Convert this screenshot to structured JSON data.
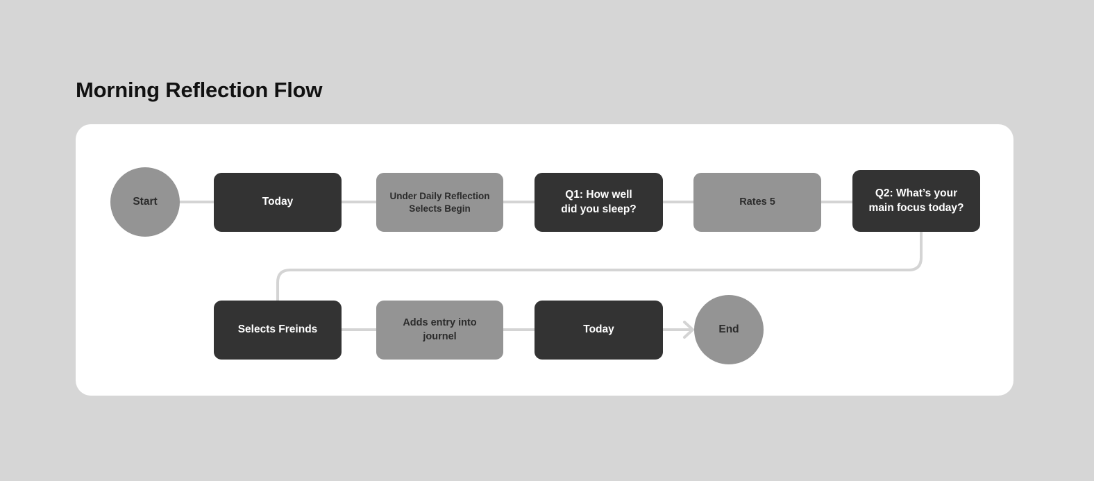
{
  "page": {
    "title": "Morning Reflection Flow",
    "background_color": "#d6d6d6",
    "card_color": "#ffffff"
  },
  "theme": {
    "dark_node_color": "#333333",
    "gray_node_color": "#949494",
    "connector_color": "#d4d4d4",
    "dark_text_color": "#2b2b2b",
    "light_text_color": "#ffffff"
  },
  "chart_data": {
    "type": "diagram",
    "title": "Morning Reflection Flow",
    "diagram_kind": "flowchart",
    "rows": 2,
    "nodes": [
      {
        "id": "start",
        "label": "Start",
        "shape": "circle",
        "style": "gray",
        "row": 1,
        "order": 1
      },
      {
        "id": "today-1",
        "label": "Today",
        "shape": "rect",
        "style": "dark",
        "row": 1,
        "order": 2
      },
      {
        "id": "under-daily-reflection",
        "label": "Under Daily Reflection\nSelects Begin",
        "shape": "rect",
        "style": "gray",
        "row": 1,
        "order": 3
      },
      {
        "id": "q1",
        "label": "Q1: How well\ndid you sleep?",
        "shape": "rect",
        "style": "dark",
        "row": 1,
        "order": 4
      },
      {
        "id": "rates-5",
        "label": "Rates 5",
        "shape": "rect",
        "style": "gray",
        "row": 1,
        "order": 5
      },
      {
        "id": "q2",
        "label": "Q2: What’s your\nmain focus today?",
        "shape": "rect",
        "style": "dark",
        "row": 1,
        "order": 6
      },
      {
        "id": "selects-freinds",
        "label": "Selects Freinds",
        "shape": "rect",
        "style": "dark",
        "row": 2,
        "order": 1
      },
      {
        "id": "adds-entry",
        "label": "Adds entry into\njournel",
        "shape": "rect",
        "style": "gray",
        "row": 2,
        "order": 2
      },
      {
        "id": "today-2",
        "label": "Today",
        "shape": "rect",
        "style": "dark",
        "row": 2,
        "order": 3
      },
      {
        "id": "end",
        "label": "End",
        "shape": "circle",
        "style": "gray",
        "row": 2,
        "order": 4
      }
    ],
    "edges": [
      {
        "from": "start",
        "to": "today-1",
        "kind": "straight",
        "arrow": false
      },
      {
        "from": "today-1",
        "to": "under-daily-reflection",
        "kind": "straight",
        "arrow": false
      },
      {
        "from": "under-daily-reflection",
        "to": "q1",
        "kind": "straight",
        "arrow": false
      },
      {
        "from": "q1",
        "to": "rates-5",
        "kind": "straight",
        "arrow": false
      },
      {
        "from": "rates-5",
        "to": "q2",
        "kind": "straight",
        "arrow": false
      },
      {
        "from": "q2",
        "to": "selects-freinds",
        "kind": "elbow",
        "arrow": false
      },
      {
        "from": "selects-freinds",
        "to": "adds-entry",
        "kind": "straight",
        "arrow": false
      },
      {
        "from": "adds-entry",
        "to": "today-2",
        "kind": "straight",
        "arrow": false
      },
      {
        "from": "today-2",
        "to": "end",
        "kind": "straight",
        "arrow": true
      }
    ]
  }
}
